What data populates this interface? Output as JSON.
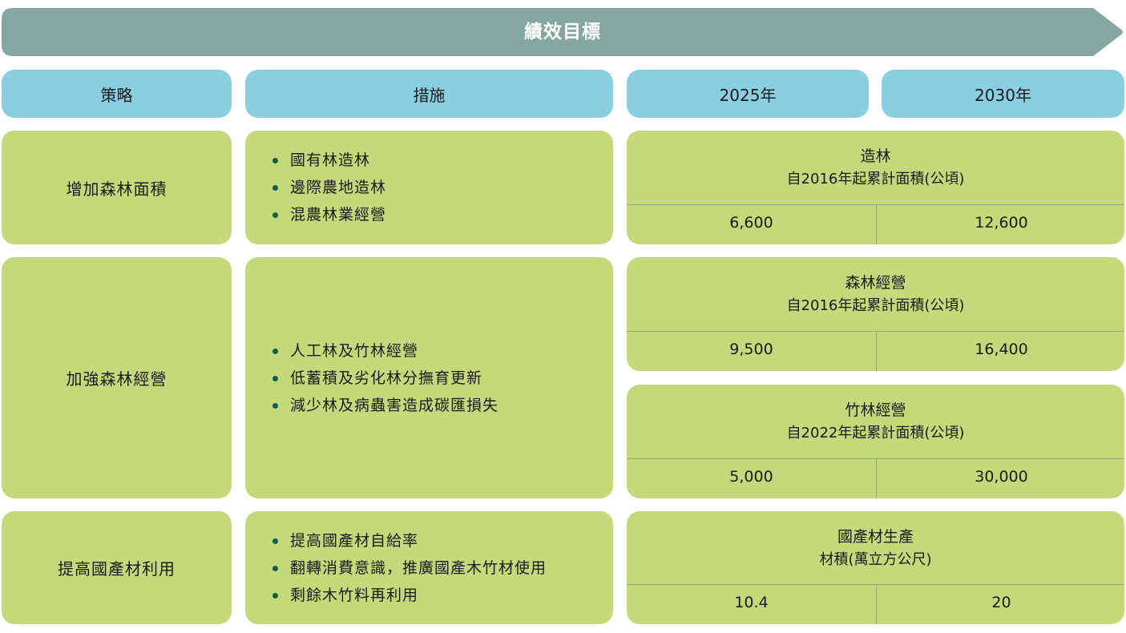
{
  "banner": {
    "title": "績效目標"
  },
  "headers": {
    "strategy": "策略",
    "measures": "措施",
    "year1": "2025年",
    "year2": "2030年"
  },
  "colors": {
    "banner": "#84a8a0",
    "header": "#89cfe1",
    "cell": "#c6d97a",
    "bullet": "#0f5e4f"
  },
  "rows": [
    {
      "strategy": "增加森林面積",
      "measures": [
        "國有林造林",
        "邊際農地造林",
        "混農林業經營"
      ],
      "targets": [
        {
          "title": "造林",
          "unit": "自2016年起累計面積(公頃)",
          "v2025": "6,600",
          "v2030": "12,600"
        }
      ]
    },
    {
      "strategy": "加強森林經營",
      "measures": [
        "人工林及竹林經營",
        "低蓄積及劣化林分撫育更新",
        "減少林及病蟲害造成碳匯損失"
      ],
      "targets": [
        {
          "title": "森林經營",
          "unit": "自2016年起累計面積(公頃)",
          "v2025": "9,500",
          "v2030": "16,400"
        },
        {
          "title": "竹林經營",
          "unit": "自2022年起累計面積(公頃)",
          "v2025": "5,000",
          "v2030": "30,000"
        }
      ]
    },
    {
      "strategy": "提高國產材利用",
      "measures": [
        "提高國產材自給率",
        "翻轉消費意識，推廣國產木竹材使用",
        "剩餘木竹料再利用"
      ],
      "targets": [
        {
          "title": "國產材生產",
          "unit": "材積(萬立方公尺)",
          "v2025": "10.4",
          "v2030": "20"
        }
      ]
    }
  ]
}
